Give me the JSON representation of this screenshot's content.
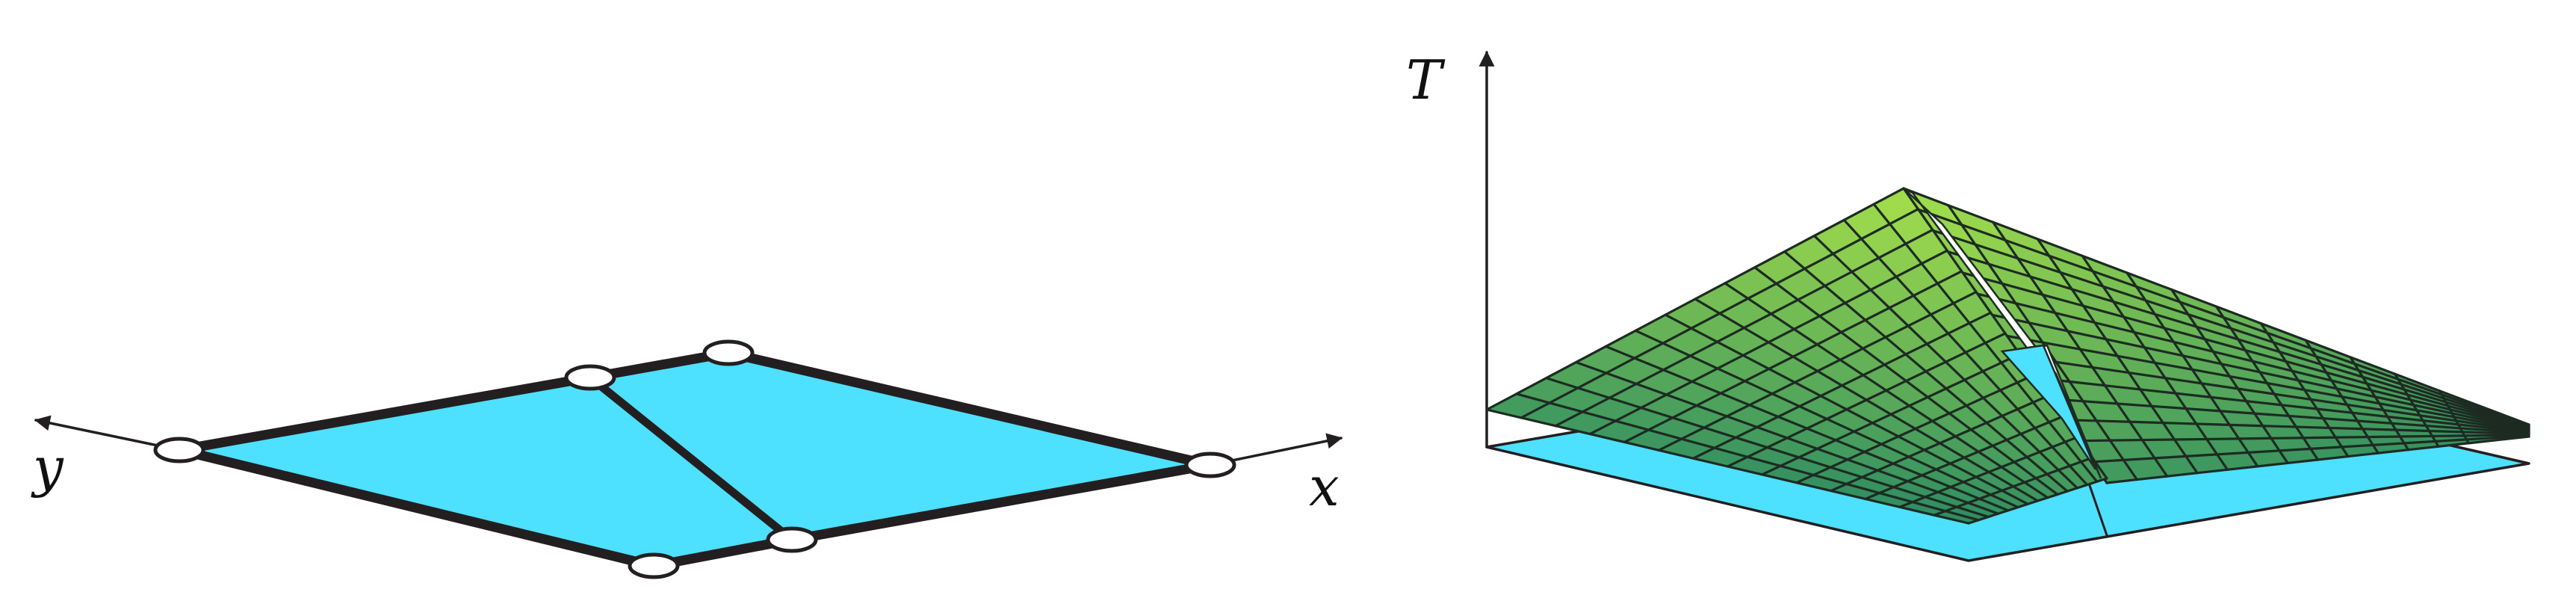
{
  "labels": {
    "left_y_axis": "y",
    "left_x_axis": "x",
    "right_vertical_axis": "T"
  },
  "colors": {
    "domain_fill": "#4ee0ff",
    "edge": "#231f20",
    "surface_low": "#2e8c62",
    "surface_high": "#a6e04a",
    "mesh_line": "#1d2b22"
  },
  "mesh": {
    "elements": 2,
    "nodes": 6,
    "surface_divisions": 14
  }
}
